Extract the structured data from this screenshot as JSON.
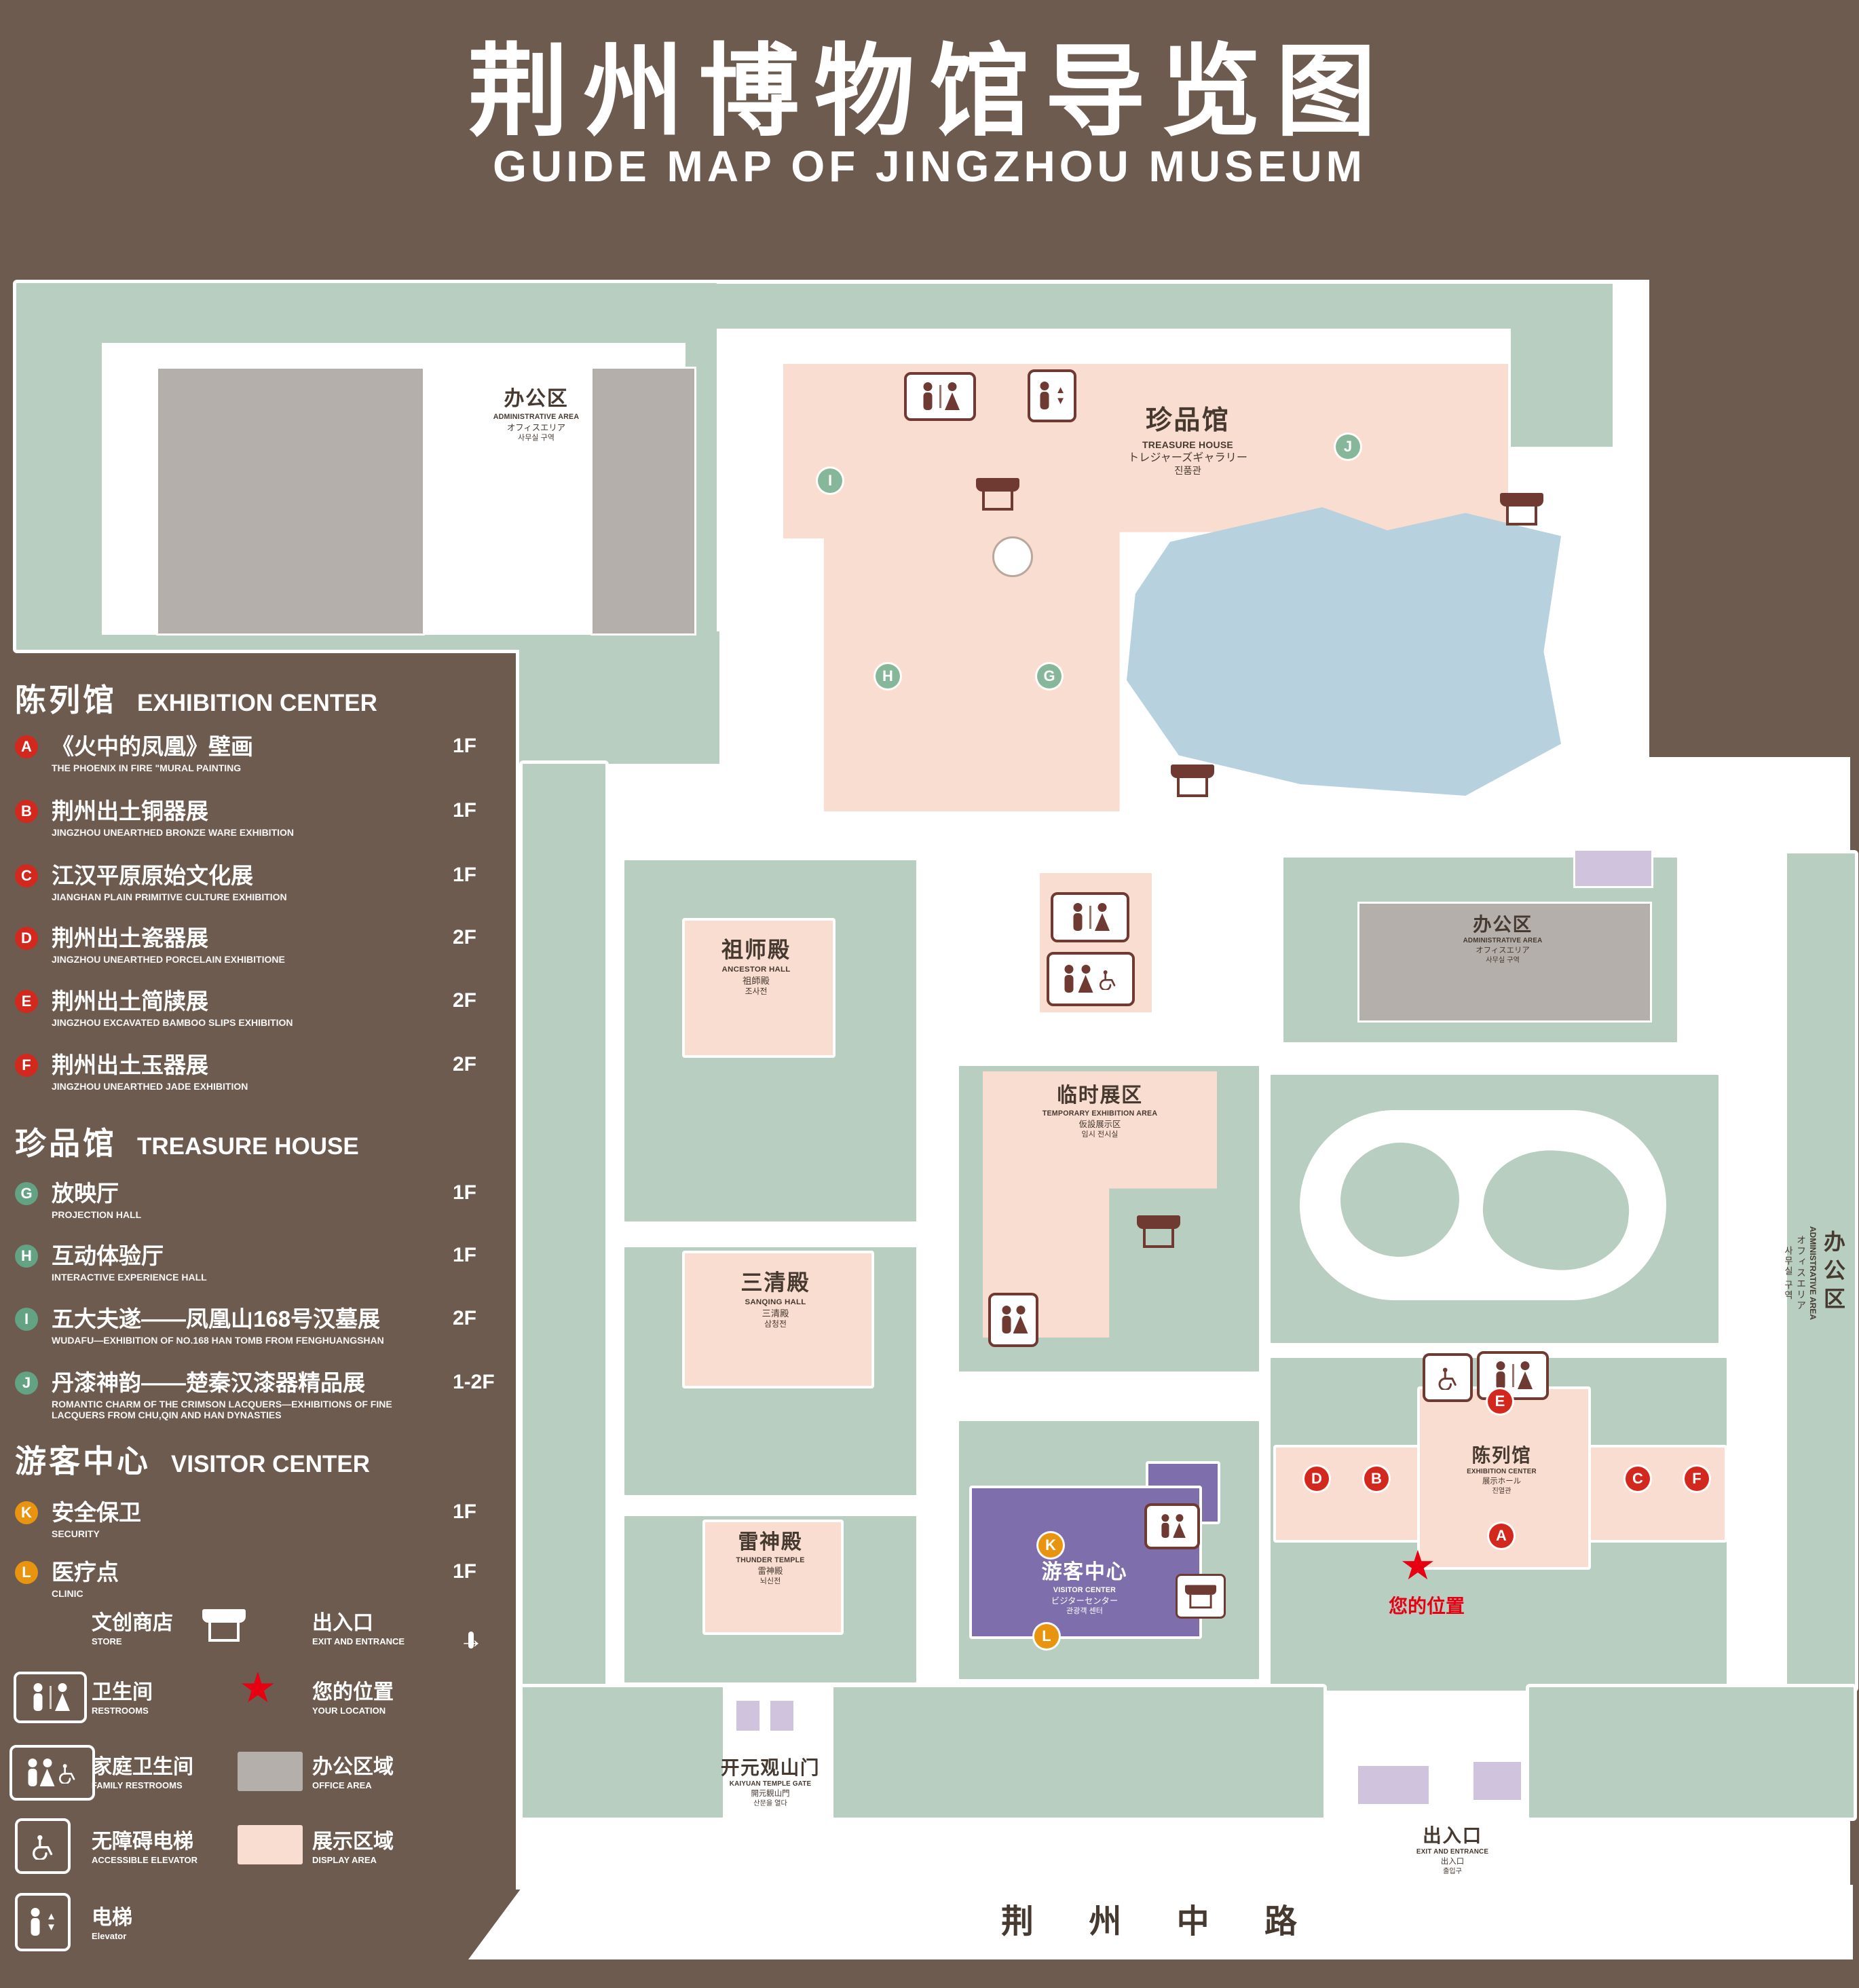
{
  "title": {
    "zh": "荆州博物馆导览图",
    "en": "GUIDE MAP OF JINGZHOU MUSEUM"
  },
  "colors": {
    "background": "#6d5b4f",
    "lawn": "#b8cec0",
    "display_area": "#f9ddd0",
    "office_area": "#b5afab",
    "pond": "#b7d2de",
    "visitor_center": "#7e6fac",
    "entrance": "#cfc3de",
    "marker_red": "#d3281e",
    "marker_green": "#87b79a",
    "marker_orange": "#e8940f",
    "location_red": "#e60012"
  },
  "legend": {
    "sections": [
      {
        "zh": "陈列馆",
        "en": "EXHIBITION CENTER",
        "items": [
          {
            "letter": "A",
            "zh": "《火中的凤凰》壁画",
            "en": "THE PHOENIX IN FIRE \"MURAL PAINTING",
            "floor": "1F"
          },
          {
            "letter": "B",
            "zh": "荆州出土铜器展",
            "en": "JINGZHOU UNEARTHED BRONZE WARE EXHIBITION",
            "floor": "1F"
          },
          {
            "letter": "C",
            "zh": "江汉平原原始文化展",
            "en": "JIANGHAN PLAIN PRIMITIVE CULTURE EXHIBITION",
            "floor": "1F"
          },
          {
            "letter": "D",
            "zh": "荆州出土瓷器展",
            "en": "JINGZHOU UNEARTHED PORCELAIN EXHIBITIONE",
            "floor": "2F"
          },
          {
            "letter": "E",
            "zh": "荆州出土简牍展",
            "en": "JINGZHOU EXCAVATED BAMBOO SLIPS EXHIBITION",
            "floor": "2F"
          },
          {
            "letter": "F",
            "zh": "荆州出土玉器展",
            "en": "JINGZHOU UNEARTHED JADE EXHIBITION",
            "floor": "2F"
          }
        ]
      },
      {
        "zh": "珍品馆",
        "en": "TREASURE HOUSE",
        "items": [
          {
            "letter": "G",
            "zh": "放映厅",
            "en": "PROJECTION HALL",
            "floor": "1F"
          },
          {
            "letter": "H",
            "zh": "互动体验厅",
            "en": "INTERACTIVE EXPERIENCE HALL",
            "floor": "1F"
          },
          {
            "letter": "I",
            "zh": "五大夫遂——凤凰山168号汉墓展",
            "en": "WUDAFU—EXHIBITION OF NO.168 HAN TOMB FROM FENGHUANGSHAN",
            "floor": "2F"
          },
          {
            "letter": "J",
            "zh": "丹漆神韵——楚秦汉漆器精品展",
            "en": "ROMANTIC CHARM OF THE CRIMSON LACQUERS—EXHIBITIONS OF FINE LACQUERS FROM CHU,QIN AND HAN DYNASTIES",
            "floor": "1-2F"
          }
        ]
      },
      {
        "zh": "游客中心",
        "en": "VISITOR CENTER",
        "items": [
          {
            "letter": "K",
            "zh": "安全保卫",
            "en": "SECURITY",
            "floor": "1F"
          },
          {
            "letter": "L",
            "zh": "医疗点",
            "en": "CLINIC",
            "floor": "1F"
          }
        ]
      }
    ],
    "symbols": [
      {
        "icon": "store-icon",
        "zh": "文创商店",
        "en": "STORE"
      },
      {
        "icon": "exit-icon",
        "zh": "出入口",
        "en": "EXIT AND ENTRANCE"
      },
      {
        "icon": "restroom-icon",
        "zh": "卫生间",
        "en": "RESTROOMS"
      },
      {
        "icon": "location-icon",
        "zh": "您的位置",
        "en": "YOUR LOCATION"
      },
      {
        "icon": "family-restroom-icon",
        "zh": "家庭卫生间",
        "en": "FAMILY RESTROOMS"
      },
      {
        "icon": "office-swatch",
        "zh": "办公区域",
        "en": "OFFICE AREA"
      },
      {
        "icon": "accessible-elevator-icon",
        "zh": "无障碍电梯",
        "en": "ACCESSIBLE ELEVATOR"
      },
      {
        "icon": "display-swatch",
        "zh": "展示区域",
        "en": "DISPLAY AREA"
      },
      {
        "icon": "elevator-icon",
        "zh": "电梯",
        "en": "Elevator"
      }
    ]
  },
  "map": {
    "admin_area": {
      "zh": "办公区",
      "en": "ADMINISTRATIVE AREA",
      "ja": "オフィスエリア",
      "ko": "사무실 구역"
    },
    "treasure_house": {
      "zh": "珍品馆",
      "en": "TREASURE HOUSE",
      "ja": "トレジャーズギャラリー",
      "ko": "진품관"
    },
    "ancestor_hall": {
      "zh": "祖师殿",
      "en": "ANCESTOR HALL",
      "ja": "祖師殿",
      "ko": "조사전"
    },
    "temporary_area": {
      "zh": "临时展区",
      "en": "TEMPORARY EXHIBITION AREA",
      "ja": "仮設展示区",
      "ko": "임시 전시실"
    },
    "sanqing_hall": {
      "zh": "三清殿",
      "en": "SANQING HALL",
      "ja": "三清殿",
      "ko": "삼청전"
    },
    "thunder_temple": {
      "zh": "雷神殿",
      "en": "THUNDER TEMPLE",
      "ja": "雷神殿",
      "ko": "뇌신전"
    },
    "visitor_center": {
      "zh": "游客中心",
      "en": "VISITOR CENTER",
      "ja": "ビジターセンター",
      "ko": "관광객 센터"
    },
    "exhibition_center": {
      "zh": "陈列馆",
      "en": "EXHIBITION CENTER",
      "ja": "展示ホール",
      "ko": "진열관"
    },
    "exit": {
      "zh": "出入口",
      "en": "EXIT AND ENTRANCE",
      "ja": "出入口",
      "ko": "출입구"
    },
    "gate": {
      "zh": "开元观山门",
      "en": "KAIYUAN TEMPLE GATE",
      "ja": "開元観山門",
      "ko": "산문을 열다"
    },
    "road": "荆 州 中 路",
    "your_location": "您的位置",
    "markers": {
      "A": "A",
      "B": "B",
      "C": "C",
      "D": "D",
      "E": "E",
      "F": "F",
      "G": "G",
      "H": "H",
      "I": "I",
      "J": "J",
      "K": "K",
      "L": "L"
    }
  }
}
